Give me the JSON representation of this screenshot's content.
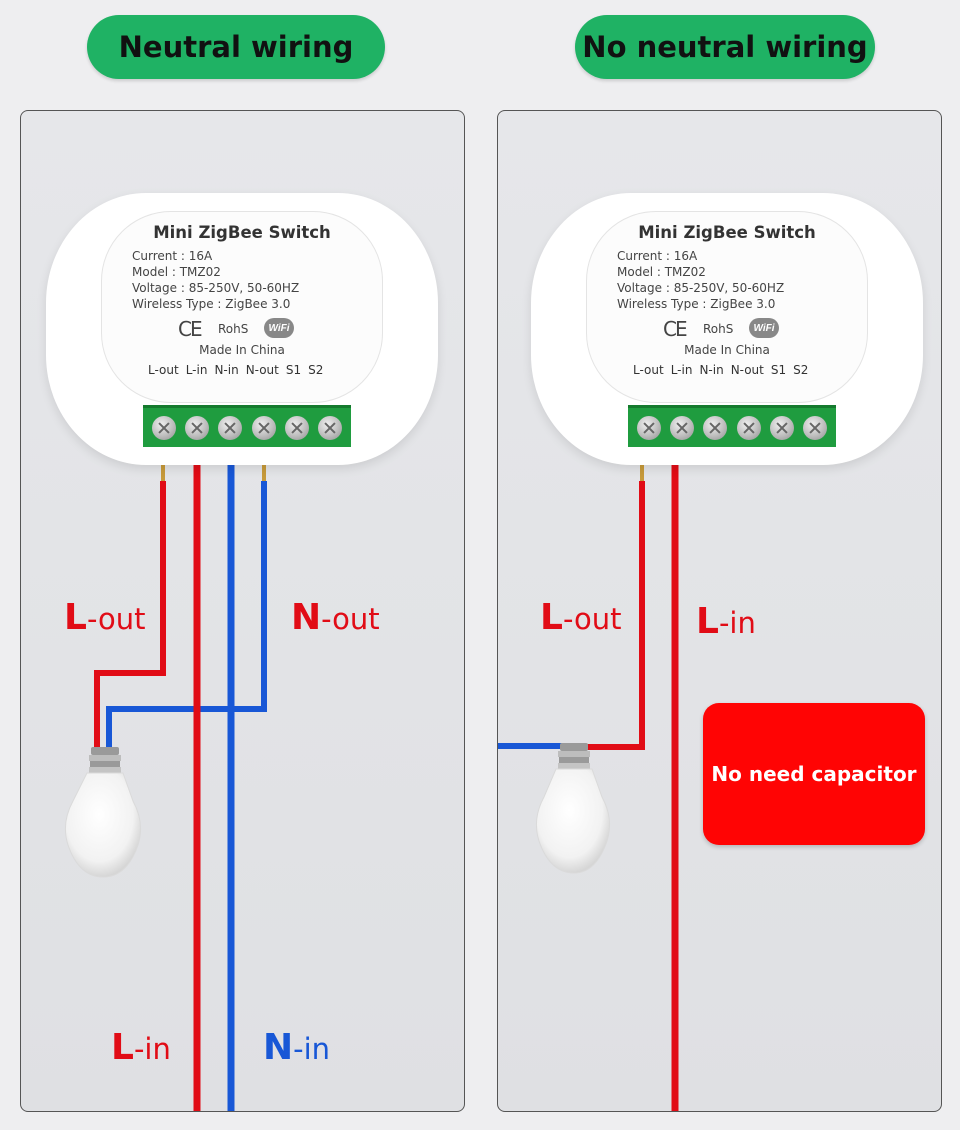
{
  "headers": {
    "left": "Neutral wiring",
    "right": "No neutral wiring"
  },
  "device": {
    "title": "Mini ZigBee Switch",
    "current_label": "Current :",
    "current_value": "16A",
    "model_label": "Model :",
    "model_value": "TMZ02",
    "voltage_label": "Voltage :",
    "voltage_value": "85-250V, 50-60HZ",
    "wireless_label": "Wireless Type :",
    "wireless_value": "ZigBee 3.0",
    "ce_mark": "CE",
    "rohs_mark": "RohS",
    "wifi_mark": "WiFi",
    "origin": "Made In China",
    "terminals": [
      "L-out",
      "L-in",
      "N-in",
      "N-out",
      "S1",
      "S2"
    ]
  },
  "left_labels": {
    "l_out_letter": "L",
    "l_out_rest": "-out",
    "n_out_letter": "N",
    "n_out_rest": "-out",
    "l_in_letter": "L",
    "l_in_rest": "-in",
    "n_in_letter": "N",
    "n_in_rest": "-in"
  },
  "right_labels": {
    "l_out_letter": "L",
    "l_out_rest": "-out",
    "l_in_letter": "L",
    "l_in_rest": "-in"
  },
  "callout": "No need capacitor",
  "colors": {
    "live_wire": "#e10c16",
    "neutral_wire": "#1857d6",
    "header_green": "#1fb264",
    "terminal_green": "#1f9c3f",
    "callout_red": "#ff0404"
  }
}
